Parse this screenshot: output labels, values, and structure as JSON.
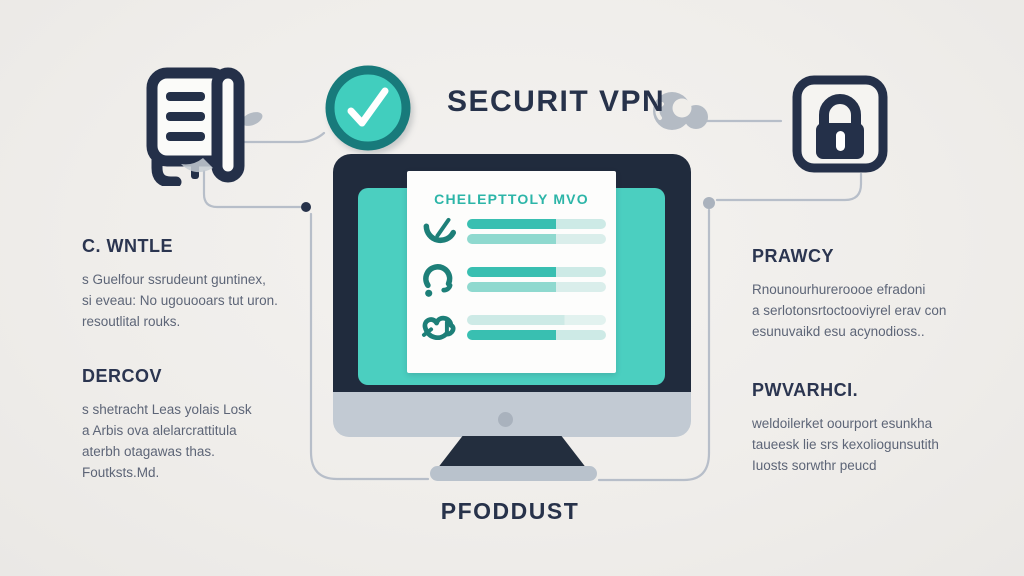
{
  "title": "SECURIT VPN",
  "footer": {
    "label": "PFODDUST"
  },
  "monitor": {
    "screen": {
      "heading": "CHELEPTTOLY MVO",
      "rows": [
        {
          "icon": "sketch-check-icon"
        },
        {
          "icon": "sketch-circle-icon"
        },
        {
          "icon": "sketch-scribble-icon"
        }
      ]
    }
  },
  "callouts": {
    "top_left": {
      "heading": "C. WNTLE",
      "lines": [
        "s Guelfour ssrudeunt guntinex,",
        "si eveau: No ugouooars tut uron.",
        "resoutlital rouks."
      ]
    },
    "bottom_left": {
      "heading": "DERCOV",
      "lines": [
        "s shetracht Leas yolais Losk",
        "a Arbis ova alelarcrattitula",
        "aterbh otagawas thas.",
        "Foutksts.Md."
      ]
    },
    "top_right": {
      "heading": "PRAWCY",
      "lines": [
        "Rnounourhureroooe efradoni",
        "a serlotonsrtoctooviyrel erav con",
        "esunuvaikd esu acynodioss.."
      ]
    },
    "bottom_right": {
      "heading": "PWVARHCI.",
      "lines": [
        "weldoilerket oourport esunkha",
        "taueesk lie srs kexoliogunsutith",
        "Iuosts sorwthr peucd"
      ]
    }
  },
  "icons": {
    "document": "document-list-icon",
    "check_circle": "check-circle-icon",
    "lock": "lock-icon",
    "cloud": "cloud-icon"
  },
  "colors": {
    "navy": "#232e42",
    "teal_screen": "#4bcfc0",
    "teal_dark": "#1b7e7c",
    "bar_teal": "#39bfb1",
    "bar_pale": "#cdeae6",
    "connector_gray": "#b7bec9",
    "background": "#f0eeeb"
  }
}
